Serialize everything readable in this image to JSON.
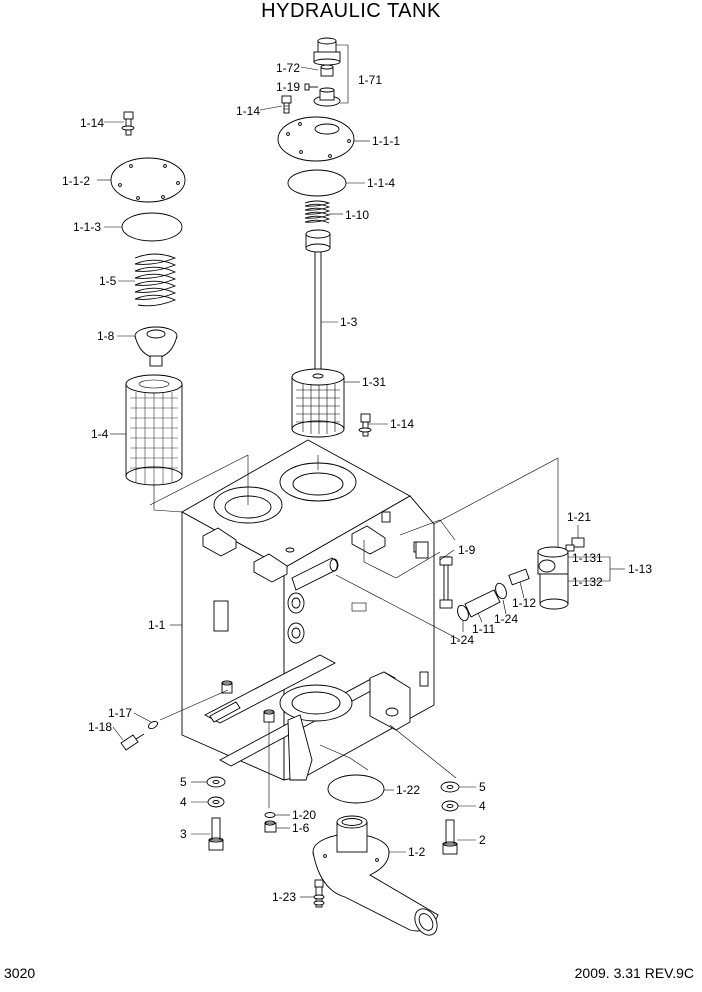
{
  "title": "HYDRAULIC TANK",
  "footer": {
    "page": "3020",
    "date_rev": "2009. 3.31  REV.9C"
  },
  "callouts": [
    {
      "id": "c-1-72",
      "text": "1-72"
    },
    {
      "id": "c-1-71",
      "text": "1-71"
    },
    {
      "id": "c-1-19",
      "text": "1-19"
    },
    {
      "id": "c-1-14a",
      "text": "1-14"
    },
    {
      "id": "c-1-14b",
      "text": "1-14"
    },
    {
      "id": "c-1-1-1",
      "text": "1-1-1"
    },
    {
      "id": "c-1-1-2",
      "text": "1-1-2"
    },
    {
      "id": "c-1-1-4",
      "text": "1-1-4"
    },
    {
      "id": "c-1-1-3",
      "text": "1-1-3"
    },
    {
      "id": "c-1-10",
      "text": "1-10"
    },
    {
      "id": "c-1-5",
      "text": "1-5"
    },
    {
      "id": "c-1-3",
      "text": "1-3"
    },
    {
      "id": "c-1-8",
      "text": "1-8"
    },
    {
      "id": "c-1-31",
      "text": "1-31"
    },
    {
      "id": "c-1-4",
      "text": "1-4"
    },
    {
      "id": "c-1-14c",
      "text": "1-14"
    },
    {
      "id": "c-1-21",
      "text": "1-21"
    },
    {
      "id": "c-1-9",
      "text": "1-9"
    },
    {
      "id": "c-1-131",
      "text": "1-131"
    },
    {
      "id": "c-1-13",
      "text": "1-13"
    },
    {
      "id": "c-1-132",
      "text": "1-132"
    },
    {
      "id": "c-1-12",
      "text": "1-12"
    },
    {
      "id": "c-1-24a",
      "text": "1-24"
    },
    {
      "id": "c-1-11",
      "text": "1-11"
    },
    {
      "id": "c-1-24b",
      "text": "1-24"
    },
    {
      "id": "c-1-1",
      "text": "1-1"
    },
    {
      "id": "c-1-17",
      "text": "1-17"
    },
    {
      "id": "c-1-18",
      "text": "1-18"
    },
    {
      "id": "c-5a",
      "text": "5"
    },
    {
      "id": "c-4a",
      "text": "4"
    },
    {
      "id": "c-3",
      "text": "3"
    },
    {
      "id": "c-1-22",
      "text": "1-22"
    },
    {
      "id": "c-5b",
      "text": "5"
    },
    {
      "id": "c-4b",
      "text": "4"
    },
    {
      "id": "c-2",
      "text": "2"
    },
    {
      "id": "c-1-20",
      "text": "1-20"
    },
    {
      "id": "c-1-6",
      "text": "1-6"
    },
    {
      "id": "c-1-2",
      "text": "1-2"
    },
    {
      "id": "c-1-23",
      "text": "1-23"
    }
  ]
}
